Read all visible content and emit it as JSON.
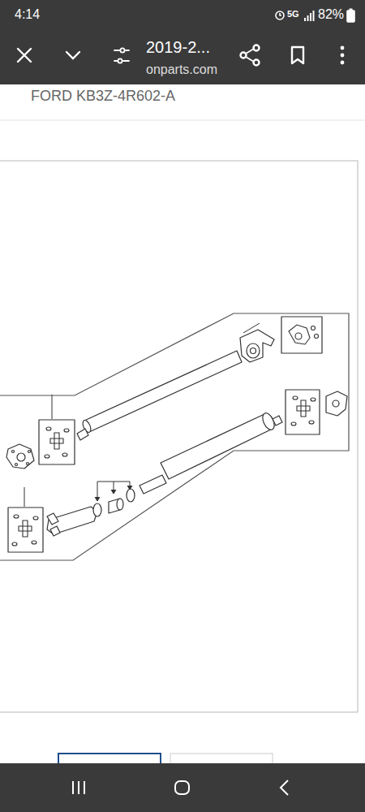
{
  "diagram": {
    "labels": [
      "4:14",
      "5G",
      "82%",
      "2019-2...",
      "onparts.com",
      "FORD KB3Z-4R602-A"
    ]
  }
}
